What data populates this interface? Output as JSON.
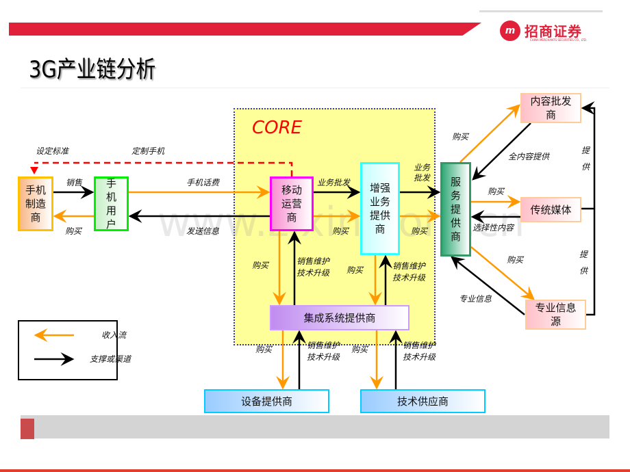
{
  "header": {
    "title": "3G产业链分析",
    "logo_text": "招商证券",
    "logo_subtext": "CHINA MERCHANTS SECURITIES CO., LTD."
  },
  "watermark": "www.zixin.com.cn",
  "colors": {
    "income_flow": "#FF9900",
    "support_flow": "#000000",
    "core_bg": "#FFFF99",
    "brand_red": "#E1213A"
  },
  "diagram": {
    "core_label": "CORE",
    "nodes": {
      "handset_maker": "手机制造商",
      "handset_user": "手机用户",
      "mobile_operator": "移动运营商",
      "value_added": "增强业务提供商",
      "service_provider": "服务提供商",
      "content_wholesaler": "内容批发商",
      "traditional_media": "传统媒体",
      "info_source": "专业信息源",
      "integrator": "集成系统提供商",
      "equipment": "设备提供商",
      "tech_supplier": "技术供应商"
    },
    "labels": {
      "set_standard": "设定标准",
      "custom_handset": "定制手机",
      "sales": "销售",
      "buy": "购买",
      "phone_fee": "手机话费",
      "send_info": "发送信息",
      "wholesale": "业务批发",
      "wholesale2": "业务批发",
      "sales_maint": "销售维护技术升级",
      "full_content": "全内容提供",
      "provide": "提供",
      "selective": "选择性内容",
      "pro_info": "专业信息"
    }
  },
  "legend": {
    "income": "收入流",
    "support": "支撑或渠道"
  }
}
